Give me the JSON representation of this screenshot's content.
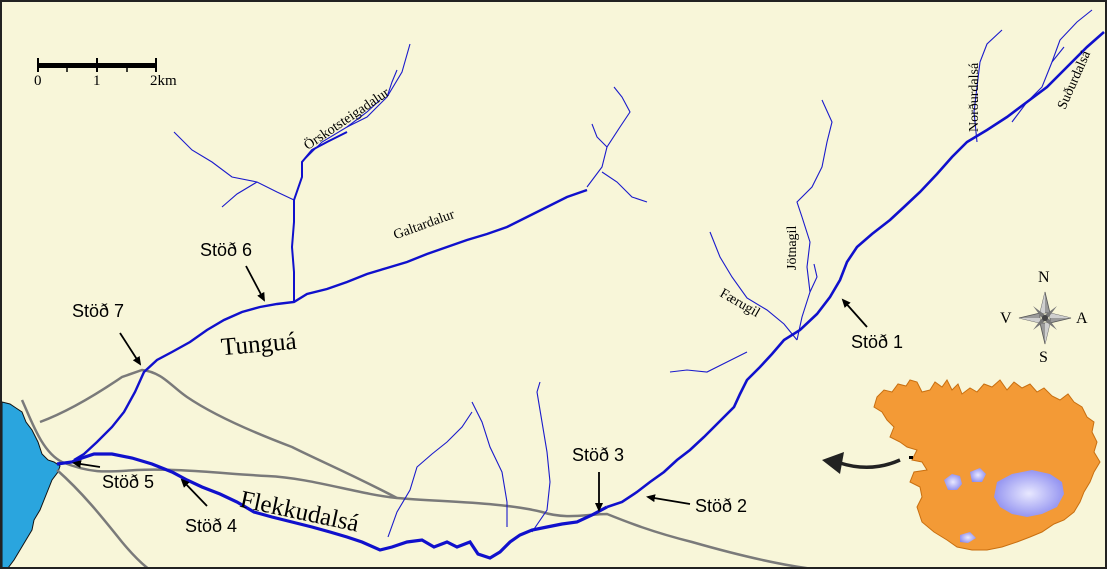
{
  "scale": {
    "ticks": [
      "0",
      "1",
      "2km"
    ]
  },
  "compass": {
    "n": "N",
    "s": "S",
    "v": "V",
    "a": "A"
  },
  "rivers": {
    "tungua": "Tunguá",
    "flekkudalsa": "Flekkudalsá"
  },
  "valleys": {
    "orskotsteigadalur": "Örskotsteigadalur",
    "galtardalur": "Galtardalur",
    "faerugil": "Færugil",
    "jotnagil": "Jötnagil",
    "nordurdalsa": "Norðurdalsá",
    "sudurdalsa": "Suðurdalsá"
  },
  "stations": [
    "Stöð 1",
    "Stöð 2",
    "Stöð 3",
    "Stöð 4",
    "Stöð 5",
    "Stöð 6",
    "Stöð 7"
  ],
  "colors": {
    "land": "#f8f6d9",
    "sea": "#2aa5de",
    "river": "#1010cc",
    "road": "#7a7a7a",
    "iceland": "#f39a36",
    "glacier": "#8b8bf0"
  }
}
